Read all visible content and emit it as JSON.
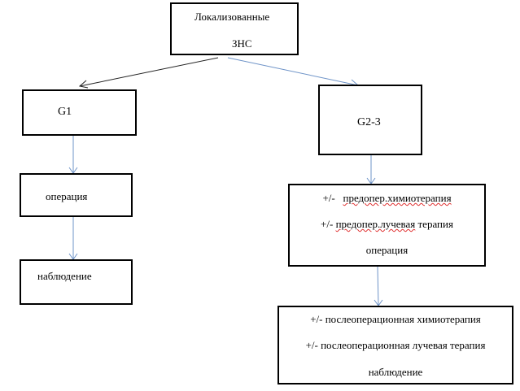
{
  "root": {
    "line1": "Локализованные",
    "line2": "ЗНС"
  },
  "g1": {
    "label": "G1",
    "step1": "операция",
    "step2": "наблюдение"
  },
  "g23": {
    "label": "G2-3",
    "step1": {
      "prefix1": "+/-",
      "line1": "предопер.химиотерапия",
      "prefix2": "+/-",
      "line2a": "предопер.лучевая",
      "line2b": "терапия",
      "line3": "операция"
    },
    "step2": {
      "line1": "+/- послеоперационная химиотерапия",
      "line2": "+/- послеоперационная лучевая терапия",
      "line3": "наблюдение"
    }
  },
  "colors": {
    "arrow_blue": "#6f94c8",
    "arrow_black": "#222222"
  }
}
